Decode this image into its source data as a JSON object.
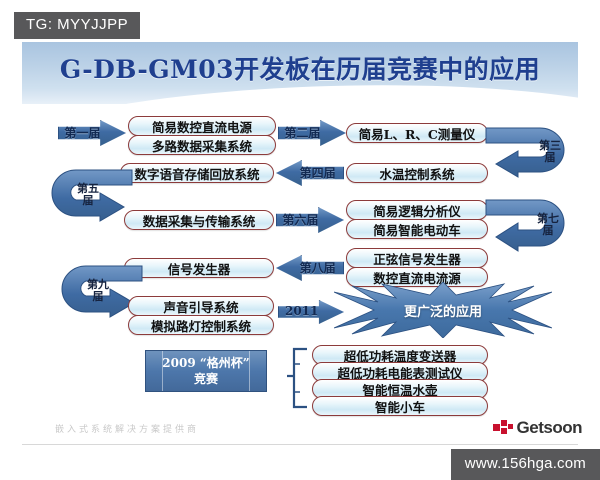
{
  "watermark_tag": "TG: MYYJJPP",
  "url_watermark": "www.156hga.com",
  "header": {
    "title": "G-DB-GM03开发板在历届竞赛中的应用"
  },
  "flow": {
    "row1": {
      "arrow_left": "第一届",
      "pills_left": [
        "简易数控直流电源",
        "多路数据采集系统"
      ],
      "arrow_mid": "第二届",
      "pill_right": "简易L、R、C测量仪",
      "uturn_right": "第三届"
    },
    "row2": {
      "pill_left": "数字语音存储回放系统",
      "arrow_mid": "第四届",
      "pill_right": "水温控制系统",
      "uturn_left": "第五届"
    },
    "row3": {
      "pill_left": "数据采集与传输系统",
      "arrow_mid": "第六届",
      "pills_right": [
        "简易逻辑分析仪",
        "简易智能电动车"
      ],
      "uturn_right": "第七届"
    },
    "row4": {
      "pill_left": "信号发生器",
      "arrow_mid": "第八届",
      "pills_right": [
        "正弦信号发生器",
        "数控直流电流源"
      ],
      "uturn_left": "第九届"
    },
    "row5": {
      "pills_left": [
        "声音引导系统",
        "模拟路灯控制系统"
      ],
      "arrow_mid": "2011",
      "star": "更广泛的应用"
    }
  },
  "bottom": {
    "cup_line1": "2009 “格州杯”",
    "cup_line2": "竞赛",
    "items": [
      "超低功耗温度变送器",
      "超低功耗电能表测试仪",
      "智能恒温水壶",
      "智能小车"
    ]
  },
  "footer": {
    "slogan": "嵌入式系统解决方案提供商",
    "brand": "Getsoon"
  },
  "colors": {
    "title_blue": "#1f3f8f",
    "arrow_blue": "#3f6ba3",
    "pill_border": "#8c3b3b",
    "tag_gray": "#58585a",
    "logo_red": "#c8102e"
  }
}
